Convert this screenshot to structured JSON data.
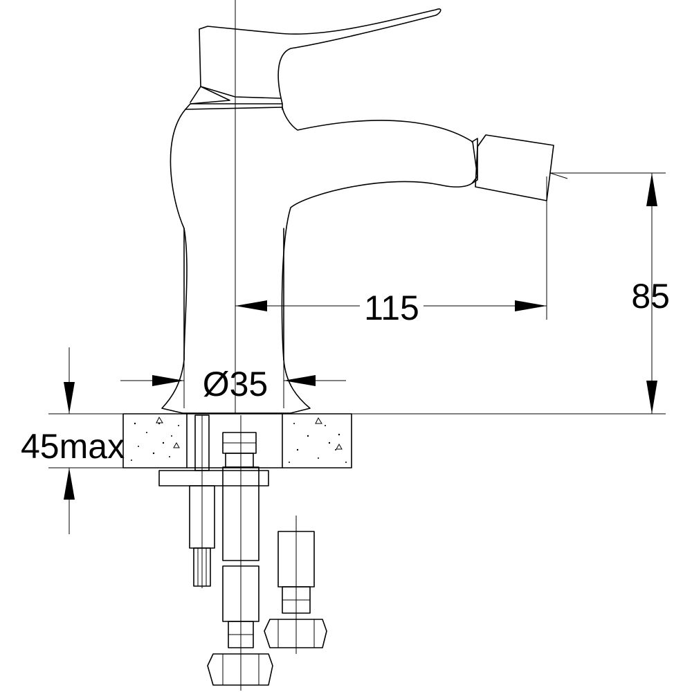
{
  "dimensions": {
    "spout_reach": "115",
    "spout_height": "85",
    "body_diameter": "Ø35",
    "max_countertop_thickness": "45max"
  }
}
